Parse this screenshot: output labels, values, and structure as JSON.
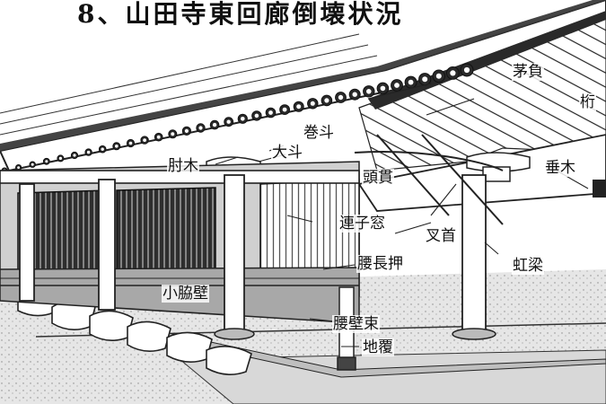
{
  "title": "8、山田寺東回廊倒壊状況",
  "labels": {
    "kayaoi": "茅負",
    "keta": "桁",
    "makito": "巻斗",
    "daito": "大斗",
    "hijiki": "肘木",
    "taruki": "垂木",
    "kashiranuki": "頭貫",
    "renjimado": "連子窓",
    "sasu": "叉首",
    "koryo": "虹梁",
    "koshinageshi": "腰長押",
    "kowakikabe": "小脇壁",
    "koshikabezuka": "腰壁束",
    "jifuku": "地覆"
  },
  "colors": {
    "ink": "#1a1a1a",
    "wall_gray": "#9a9a9a",
    "dark_panel": "#3a3a3a",
    "paper": "#ffffff"
  }
}
